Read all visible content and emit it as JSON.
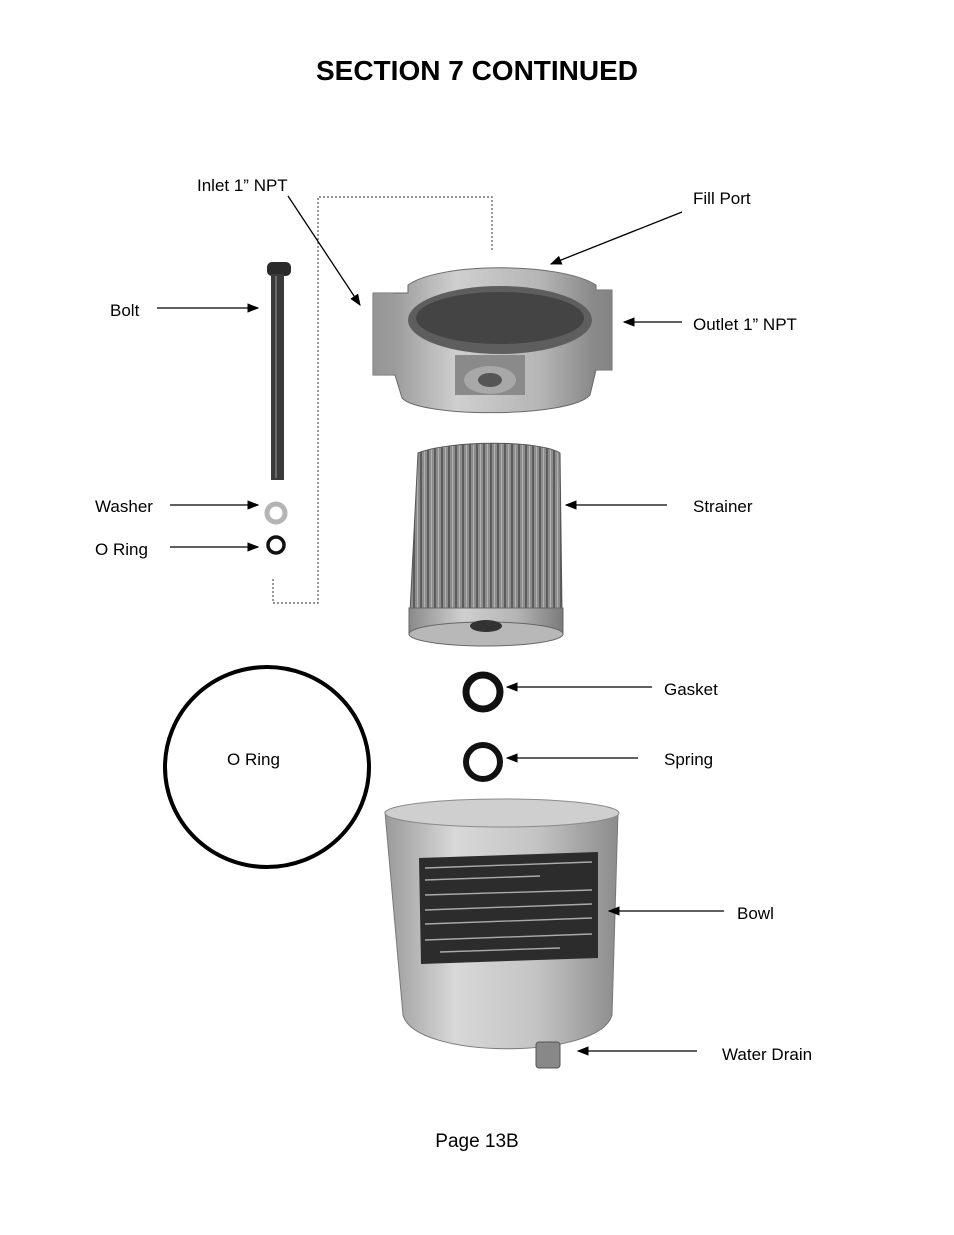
{
  "header": {
    "title": "SECTION 7 CONTINUED"
  },
  "labels": {
    "inlet": "Inlet 1” NPT",
    "fill_port": "Fill Port",
    "bolt": "Bolt",
    "outlet": "Outlet 1” NPT",
    "washer": "Washer",
    "strainer": "Strainer",
    "o_ring_small": "O Ring",
    "gasket": "Gasket",
    "o_ring_large": "O Ring",
    "spring": "Spring",
    "bowl": "Bowl",
    "water_drain": "Water Drain"
  },
  "footer": {
    "page": "Page 13B"
  }
}
